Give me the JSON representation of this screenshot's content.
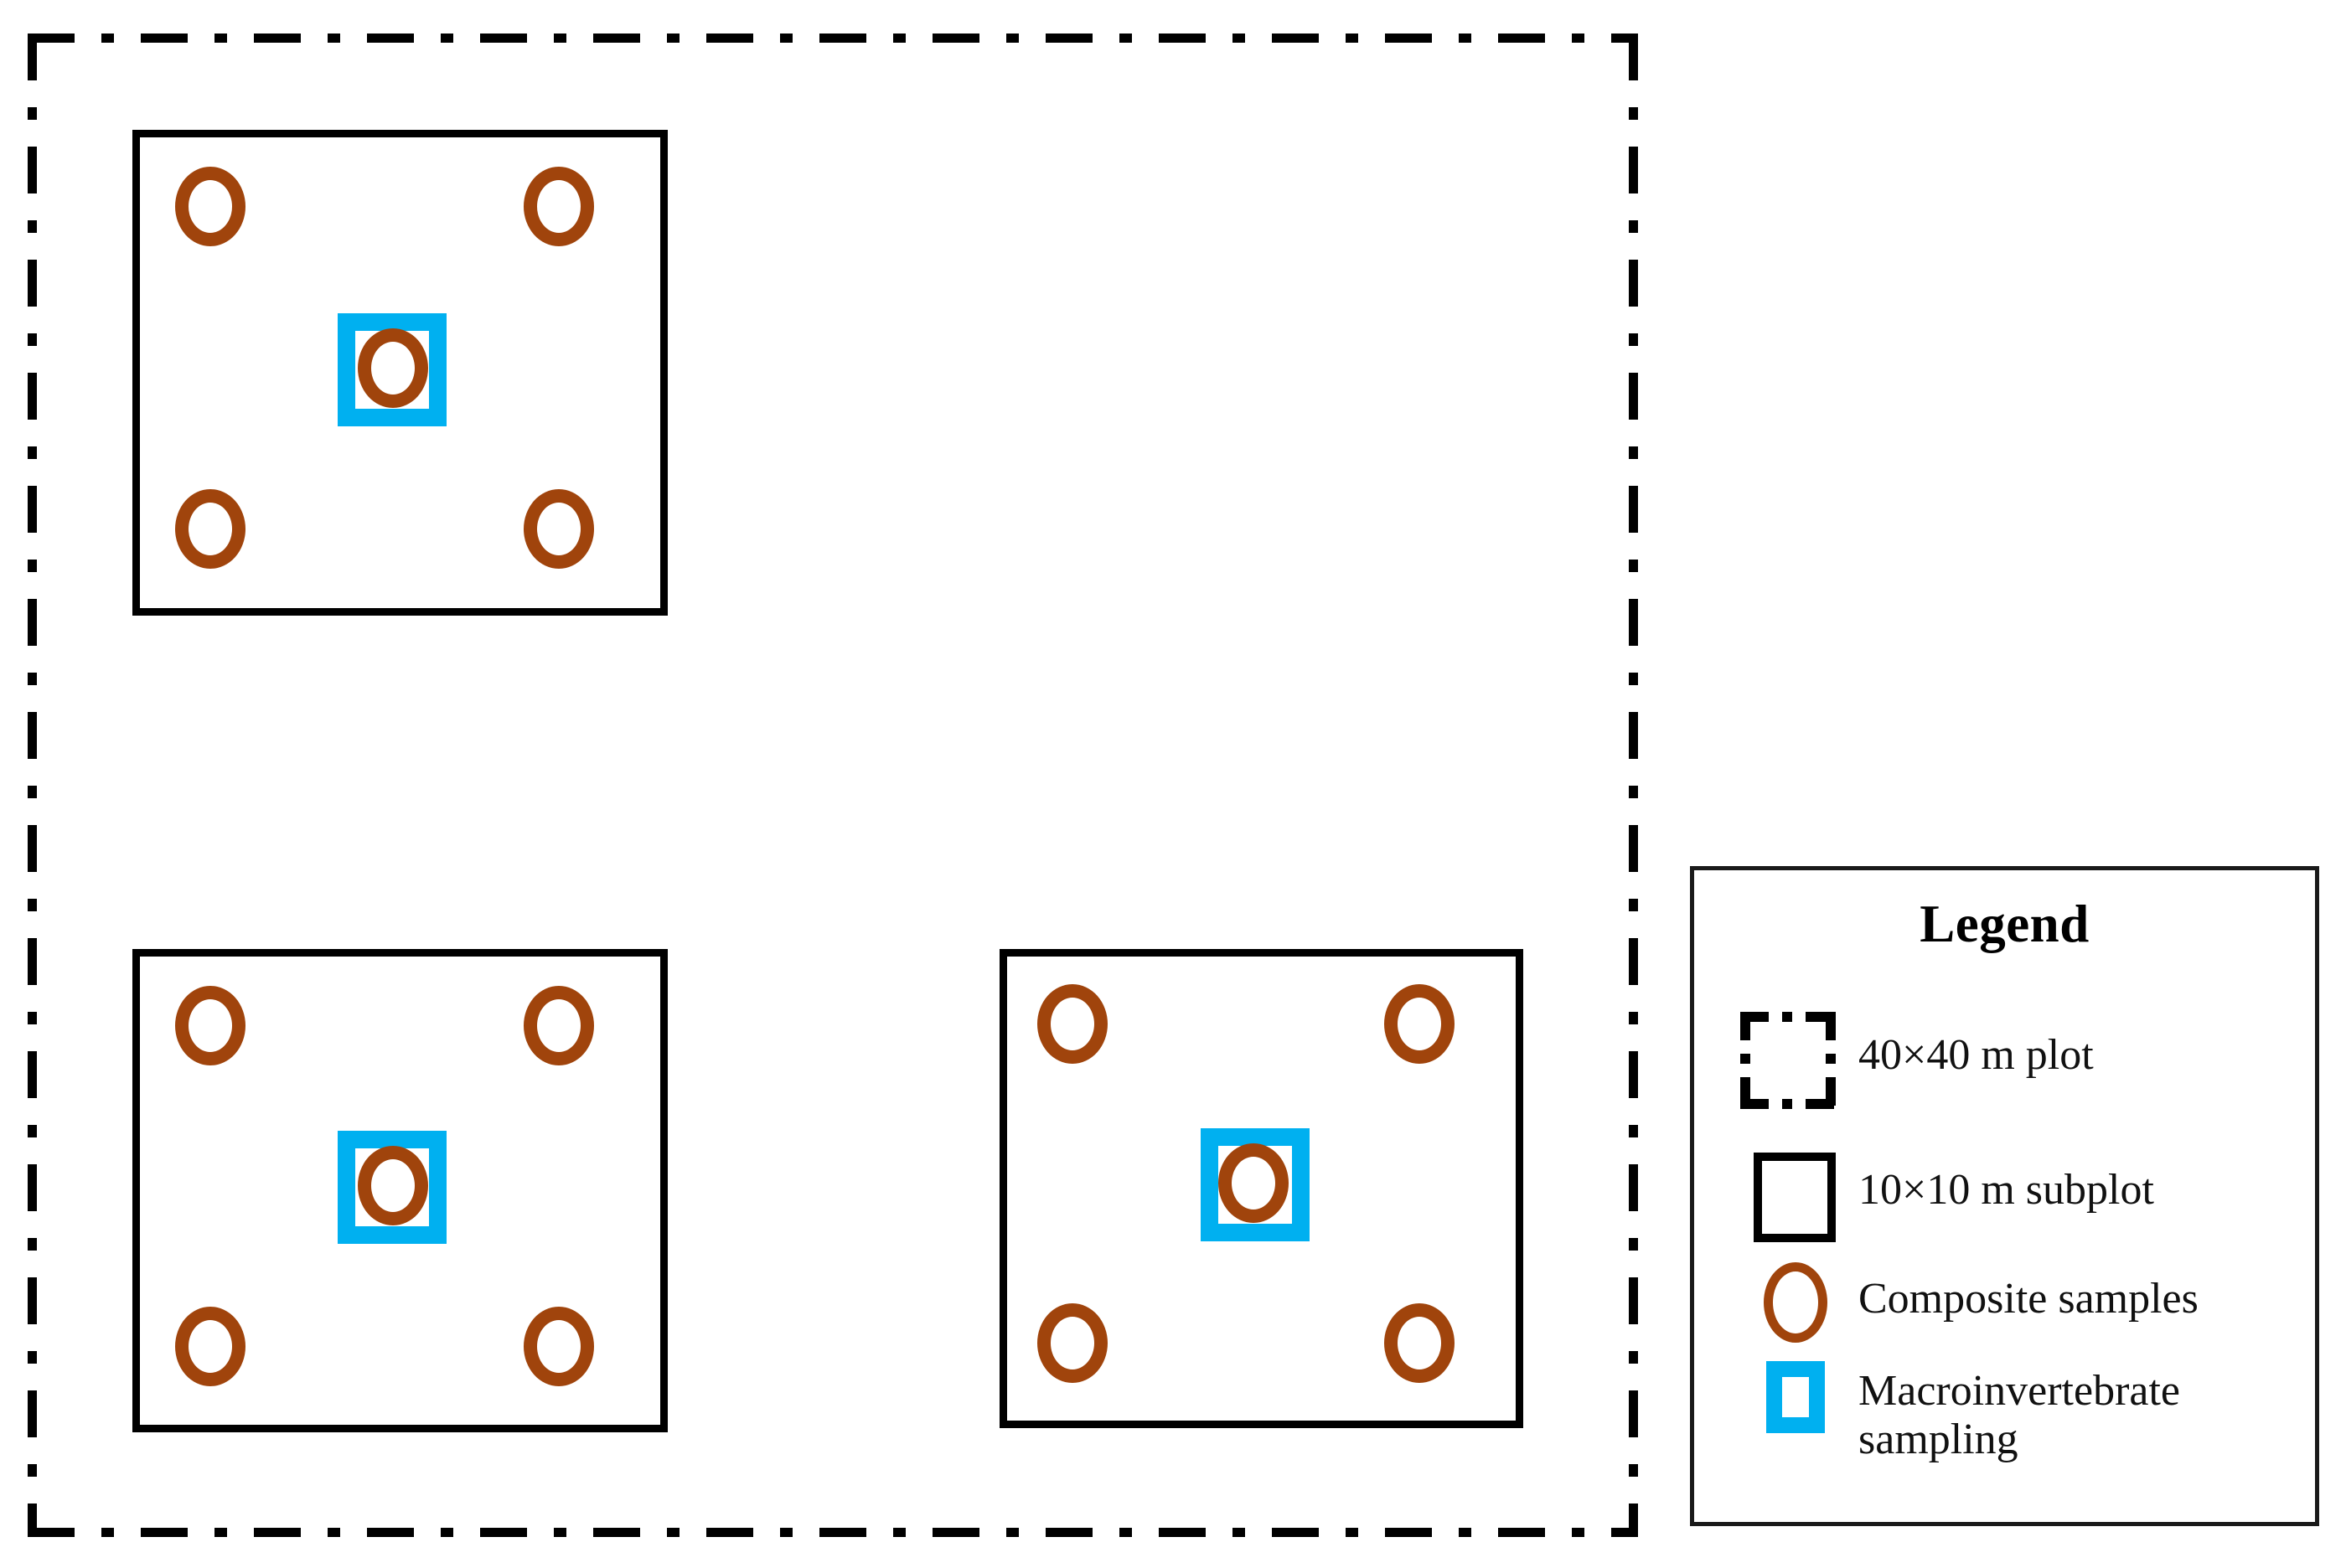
{
  "figure": {
    "type": "sampling-design-diagram",
    "description": "Field sampling design: a 40x40 m plot containing three 10x10 m subplots, each with four composite sample points at the corners and one central macroinvertebrate sampling square around a fifth composite sample."
  },
  "colors": {
    "plot_border": "#000000",
    "subplot_border": "#000000",
    "composite_sample": "#A0440C",
    "macroinvertebrate": "#00B0F0",
    "legend_border": "#1a1a1a",
    "background": "#ffffff",
    "text": "#000000"
  },
  "plot": {
    "name": "40x40 m plot",
    "border_style": "dash-dot"
  },
  "subplots": [
    {
      "id": "subplot-top-left",
      "label": "10x10 m subplot",
      "composite_sample_count": 5,
      "has_macroinvertebrate_square": true
    },
    {
      "id": "subplot-bottom-left",
      "label": "10x10 m subplot",
      "composite_sample_count": 5,
      "has_macroinvertebrate_square": true
    },
    {
      "id": "subplot-bottom-right",
      "label": "10x10 m subplot",
      "composite_sample_count": 5,
      "has_macroinvertebrate_square": true
    }
  ],
  "legend": {
    "title": "Legend",
    "items": [
      {
        "symbol": "dash-dot-square-icon",
        "label": "40×40 m plot"
      },
      {
        "symbol": "black-square-icon",
        "label": "10×10 m subplot"
      },
      {
        "symbol": "brown-circle-icon",
        "label": "Composite  samples"
      },
      {
        "symbol": "blue-square-icon",
        "label": "Macroinvertebrate\nsampling"
      }
    ]
  },
  "chart_data": {
    "type": "diagram",
    "title": "",
    "plot_dimensions_m": [
      40,
      40
    ],
    "subplot_dimensions_m": [
      10,
      10
    ],
    "subplot_count": 3,
    "composite_samples_per_subplot": 5,
    "macroinvertebrate_squares_per_subplot": 1,
    "legend_entries": [
      "40×40 m plot",
      "10×10 m subplot",
      "Composite  samples",
      "Macroinvertebrate sampling"
    ]
  }
}
